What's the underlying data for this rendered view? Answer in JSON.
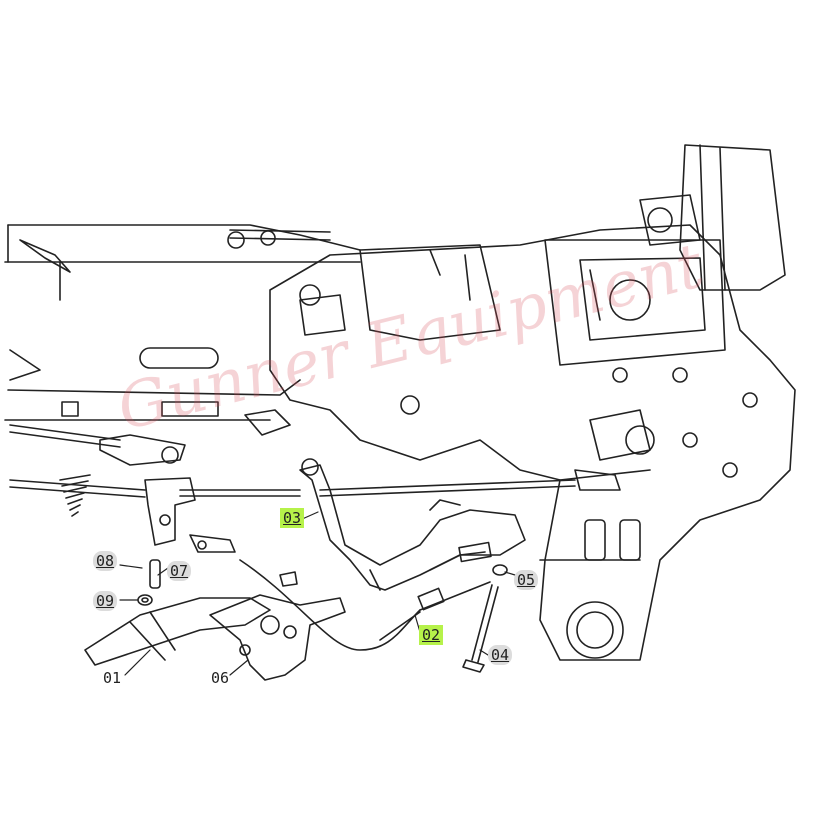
{
  "watermark": "Gunner Equipment",
  "labels": {
    "p01": "01",
    "p02": "02",
    "p03": "03",
    "p04": "04",
    "p05": "05",
    "p06": "06",
    "p07": "07",
    "p08": "08",
    "p09": "09"
  },
  "colors": {
    "highlight": "#b6f24a",
    "line": "#222222",
    "watermark": "#d6505a"
  }
}
